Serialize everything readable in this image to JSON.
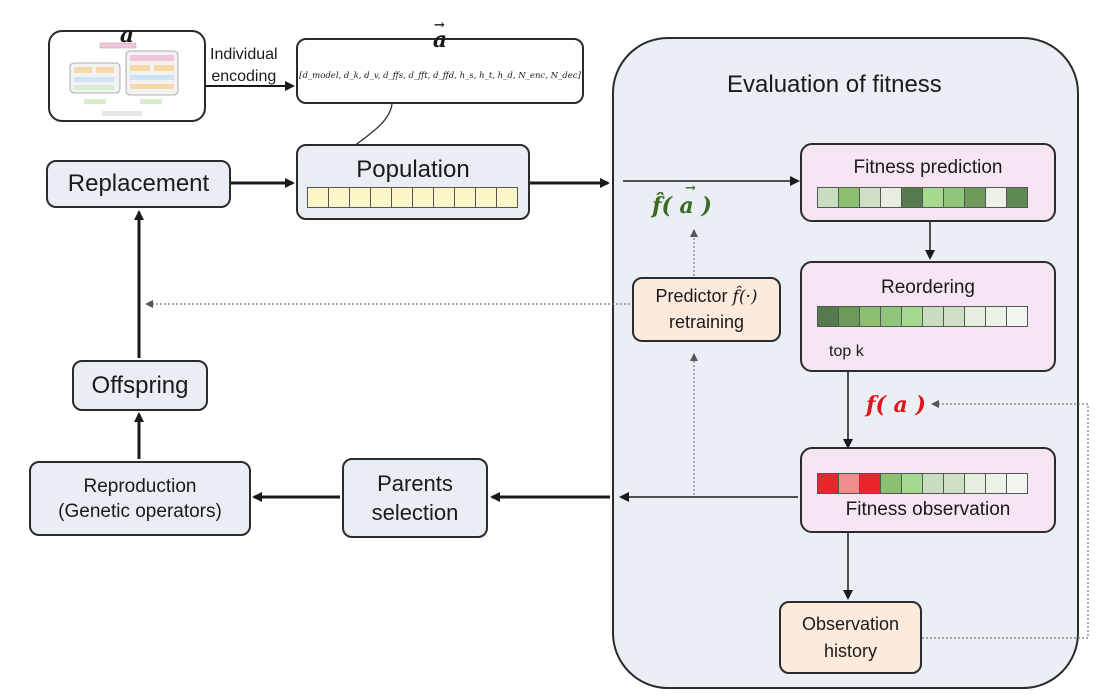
{
  "genotype": {
    "arch_label": "a",
    "vector_label": "a",
    "vector_text": "[d_model, d_k, d_v, d_ffs, d_fft, d_ffd, h_s, h_t, h_d, N_enc, N_dec]",
    "encoding_label_line1": "Individual",
    "encoding_label_line2": "encoding"
  },
  "loop": {
    "population": "Population",
    "replacement": "Replacement",
    "offspring": "Offspring",
    "reproduction_line1": "Reproduction",
    "reproduction_line2": "(Genetic operators)",
    "parents_line1": "Parents",
    "parents_line2": "selection"
  },
  "evaluation": {
    "title": "Evaluation of fitness",
    "fitness_prediction": "Fitness prediction",
    "reordering": "Reordering",
    "top_k": "top k",
    "fitness_observation": "Fitness observation",
    "predictor_line1": "Predictor",
    "predictor_line2": "retraining",
    "predicted_fitness": "f̂( a )",
    "observed_fitness": "f( a )",
    "predictor_symbol": "f̂(·)"
  },
  "history": {
    "line1": "Observation",
    "line2": "history"
  },
  "colors": {
    "population_cell": "#fbf5c8",
    "predicted_text": "#3a6b24",
    "observed_text": "#e0141b",
    "prediction_cells": [
      "#c9ddc0",
      "#8cbf70",
      "#cfe0c6",
      "#e6eee0",
      "#557a4d",
      "#a6d990",
      "#8fc67c",
      "#6b9a5b",
      "#edf2e9",
      "#5f8a55"
    ],
    "reorder_cells": [
      "#557a4d",
      "#6b9a5b",
      "#8cbf70",
      "#8fc67c",
      "#a6d990",
      "#c9ddc0",
      "#cfe0c6",
      "#e6eee0",
      "#edf2e9",
      "#f3f6f0"
    ],
    "observation_cells": [
      "#e8262b",
      "#f08c8c",
      "#e8262b",
      "#8cbf70",
      "#a6d990",
      "#c9ddc0",
      "#cfe0c6",
      "#e6eee0",
      "#edf2e9",
      "#f3f6f0"
    ]
  }
}
